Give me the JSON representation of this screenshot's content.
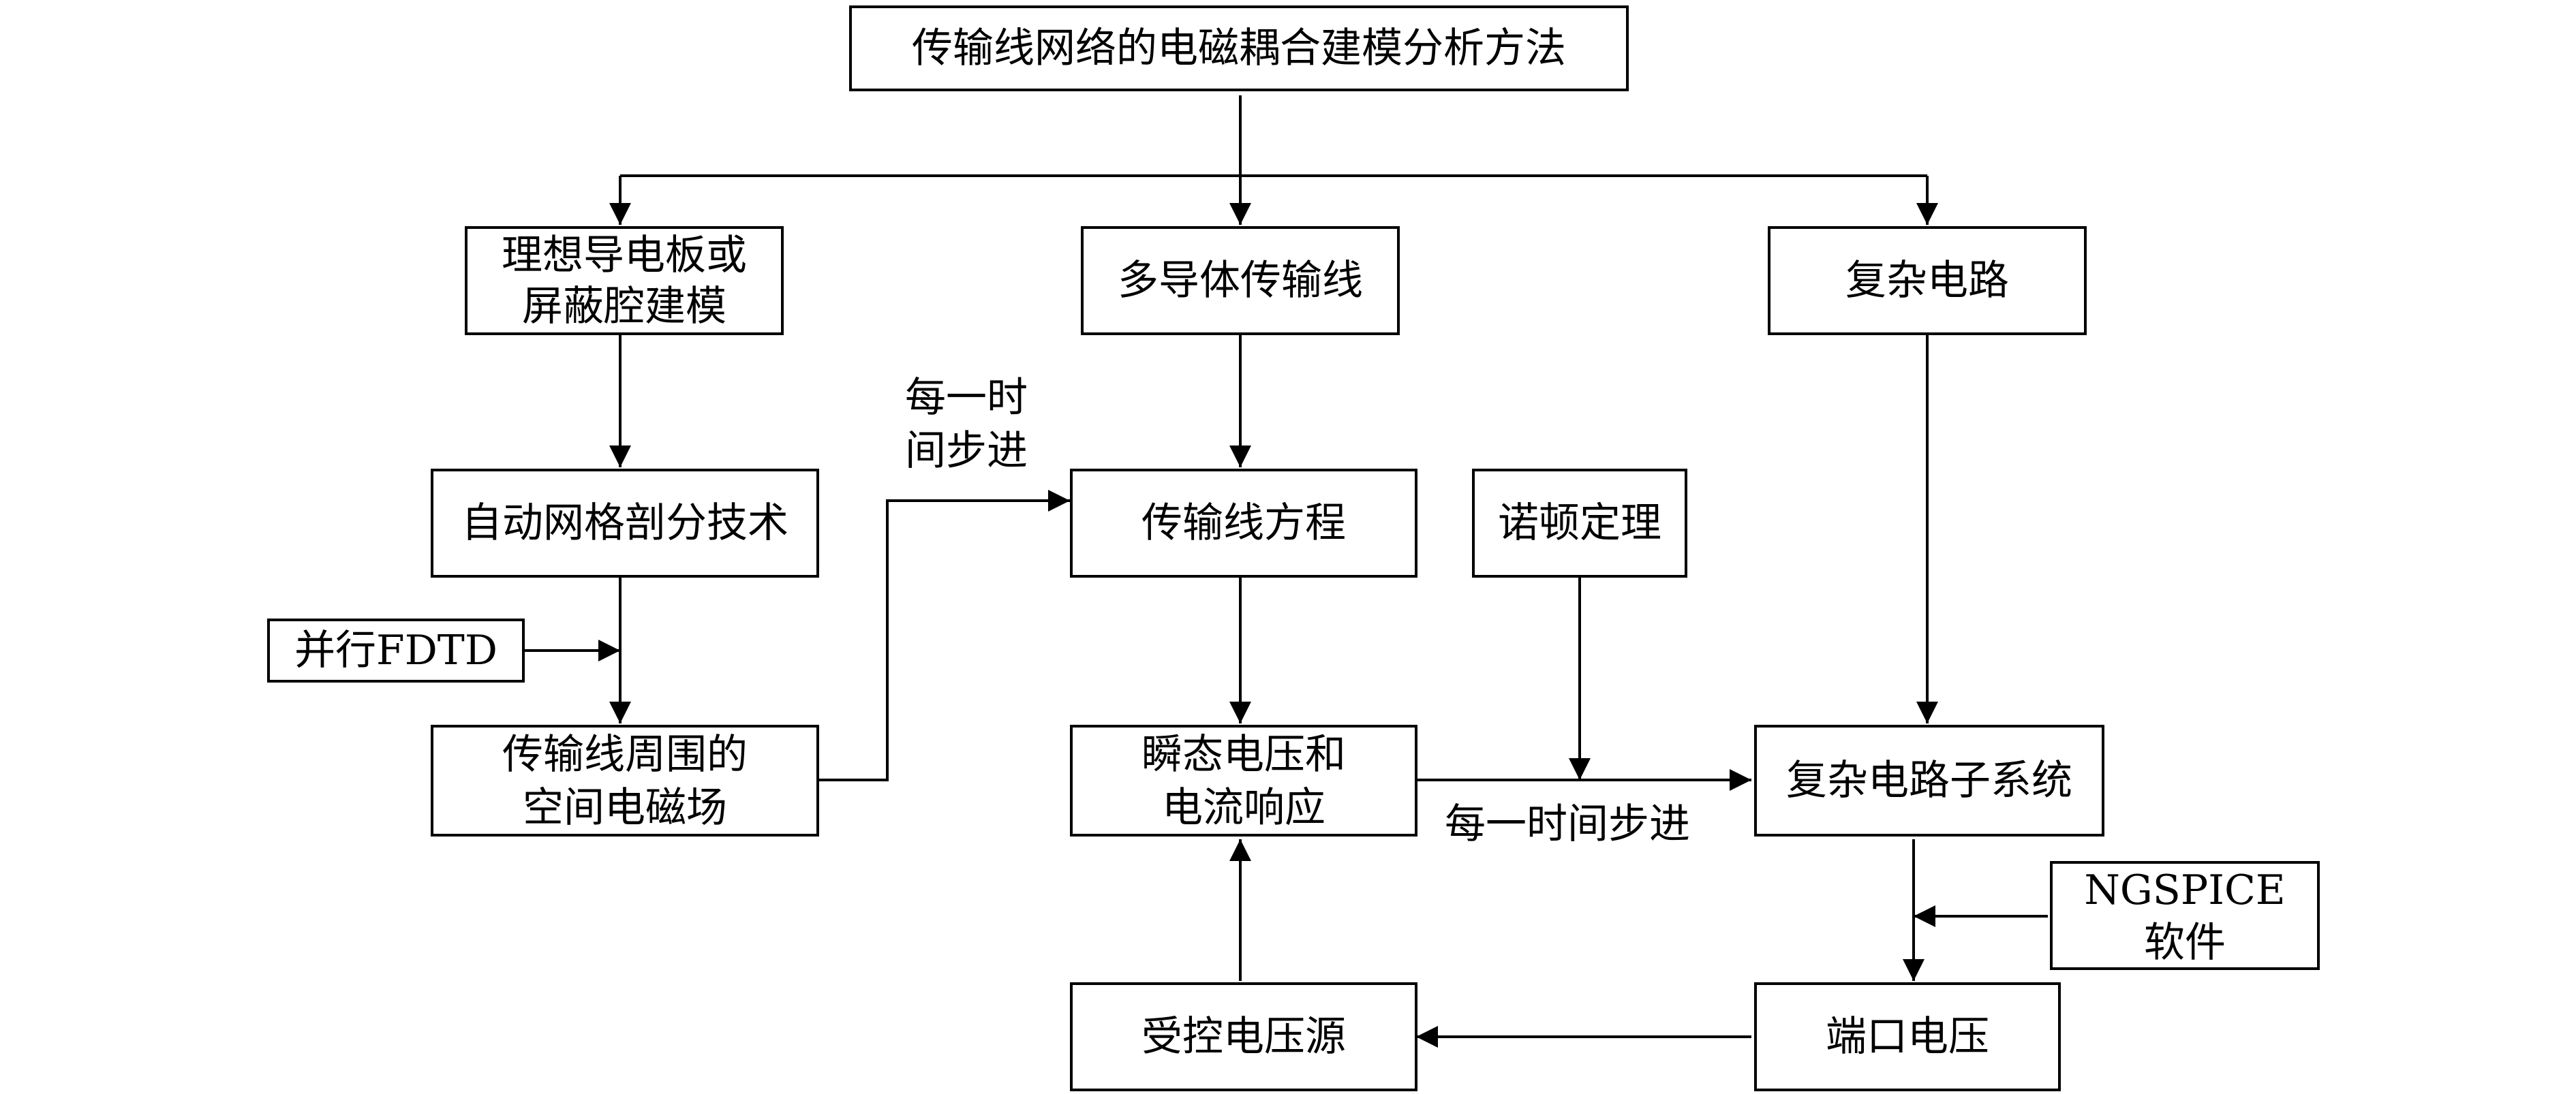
{
  "nodes": {
    "root": "传输线网络的电磁耦合建模分析方法",
    "pec": [
      "理想导电板或",
      "屏蔽腔建模"
    ],
    "mtl": "多导体传输线",
    "circuit": "复杂电路",
    "mesh": "自动网格剖分技术",
    "fdtd": "并行FDTD",
    "emfield": [
      "传输线周围的",
      "空间电磁场"
    ],
    "tleq": "传输线方程",
    "norton": "诺顿定理",
    "transient": [
      "瞬态电压和",
      "电流响应"
    ],
    "subsystem": "复杂电路子系统",
    "ngspice": [
      "NGSPICE",
      "软件"
    ],
    "portv": "端口电压",
    "ctrlsrc": "受控电压源"
  },
  "labels": {
    "step1": [
      "每一时",
      "间步进"
    ],
    "step2": "每一时间步进"
  },
  "colors": {
    "stroke": "#000000",
    "fill": "#ffffff"
  }
}
